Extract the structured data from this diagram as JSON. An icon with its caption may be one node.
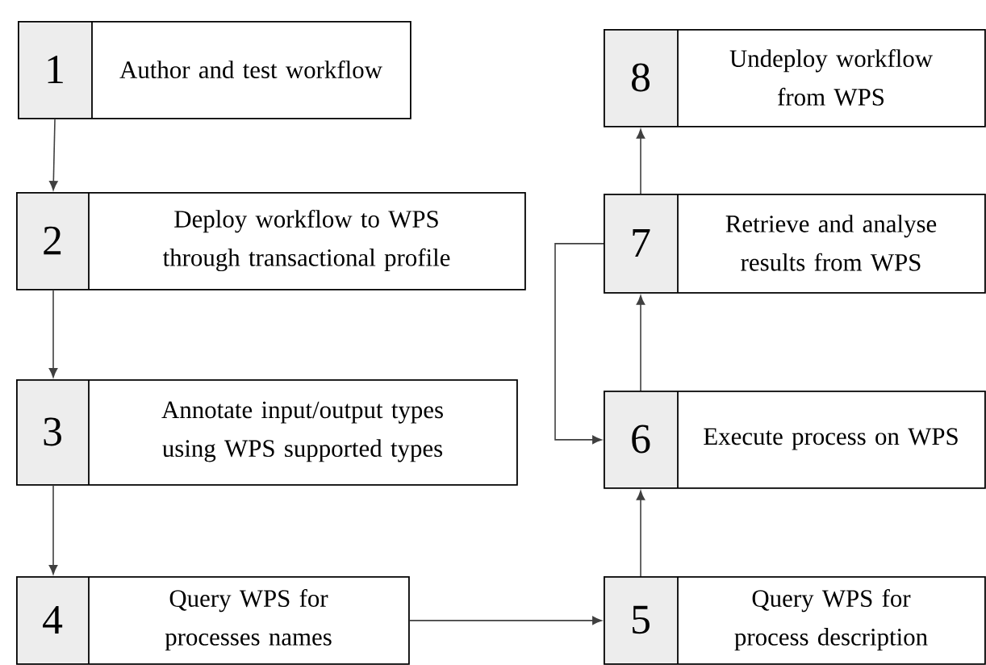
{
  "diagram": {
    "nodes": [
      {
        "text": [
          "1",
          "Author and test workflow"
        ]
      },
      {
        "text": [
          "2",
          "Deploy workflow to WPS through transactional profile"
        ]
      },
      {
        "text": [
          "3",
          "Annotate input/output types using WPS supported types"
        ]
      },
      {
        "text": [
          "4",
          "Query WPS for processes names"
        ]
      },
      {
        "text": [
          "5",
          "Query WPS for process description"
        ]
      },
      {
        "text": [
          "6",
          "Execute process on WPS"
        ]
      },
      {
        "text": [
          "7",
          "Retrieve and analyse results from WPS"
        ]
      },
      {
        "text": [
          "8",
          "Undeploy workflow from WPS"
        ]
      }
    ],
    "edges": [
      {
        "from": 0,
        "to": 1,
        "arrow": "to"
      },
      {
        "from": 1,
        "to": 2,
        "arrow": "to"
      },
      {
        "from": 2,
        "to": 3,
        "arrow": "to"
      },
      {
        "from": 3,
        "to": 4,
        "arrow": "to"
      },
      {
        "from": 4,
        "to": 5,
        "arrow": "to"
      },
      {
        "from": 5,
        "to": 6,
        "arrow": "to"
      },
      {
        "from": 6,
        "to": 7,
        "arrow": "to"
      },
      {
        "from": 6,
        "to": 5,
        "arrow": "to"
      }
    ]
  }
}
